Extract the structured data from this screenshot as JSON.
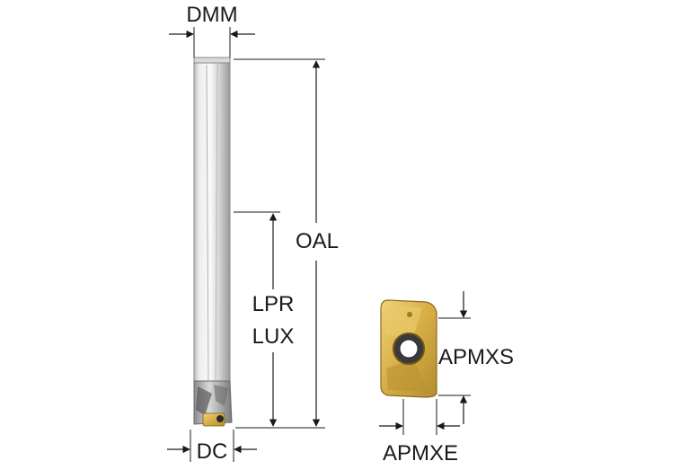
{
  "labels": {
    "dmm": "DMM",
    "oal": "OAL",
    "lpr": "LPR",
    "lux": "LUX",
    "dc": "DC",
    "apmxs": "APMXS",
    "apmxe": "APMXE"
  },
  "colors": {
    "line": "#1a1a1a",
    "shank_light": "#f2f2f2",
    "shank_mid": "#c9c9c9",
    "shank_dark": "#8f8f8f",
    "insert_gold": "#d8b04a",
    "insert_dark": "#a9862c"
  }
}
